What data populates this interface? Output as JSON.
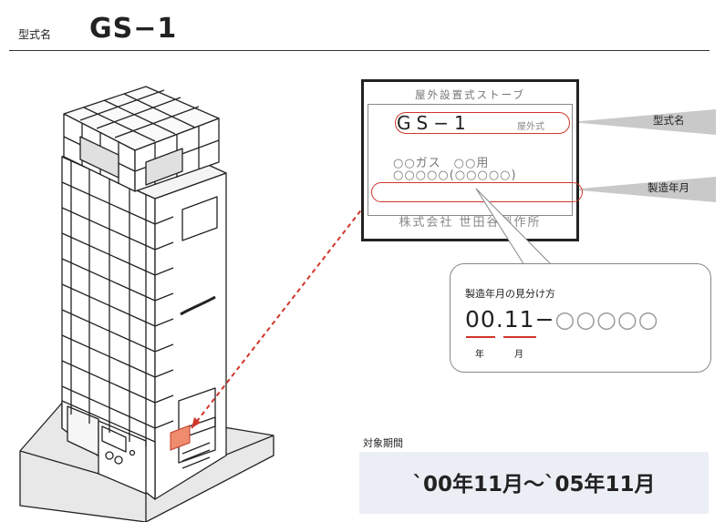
{
  "header": {
    "label": "型式名",
    "model": "GS−1"
  },
  "nameplate": {
    "title": "屋外設置式ストーブ",
    "model": "GS−1",
    "type": "屋外式",
    "gas_line": "○○ガス　○○用",
    "code_line": "○○○○○(○○○○○)",
    "maker": "株式会社 世田谷製作所"
  },
  "callouts": {
    "model": "型式名",
    "date": "製造年月"
  },
  "bubble": {
    "title": "製造年月の見分け方",
    "year_digits": "00",
    "sep": ".",
    "month_digits": "11",
    "dash": "−",
    "serial": "○○○○○",
    "year_label": "年",
    "month_label": "月"
  },
  "period": {
    "label": "対象期間",
    "value": "`00年11月〜`05年11月"
  },
  "colors": {
    "accent_red": "#d0362a",
    "period_bg": "#eceef6",
    "callout_gray": "#c9c9c9"
  }
}
